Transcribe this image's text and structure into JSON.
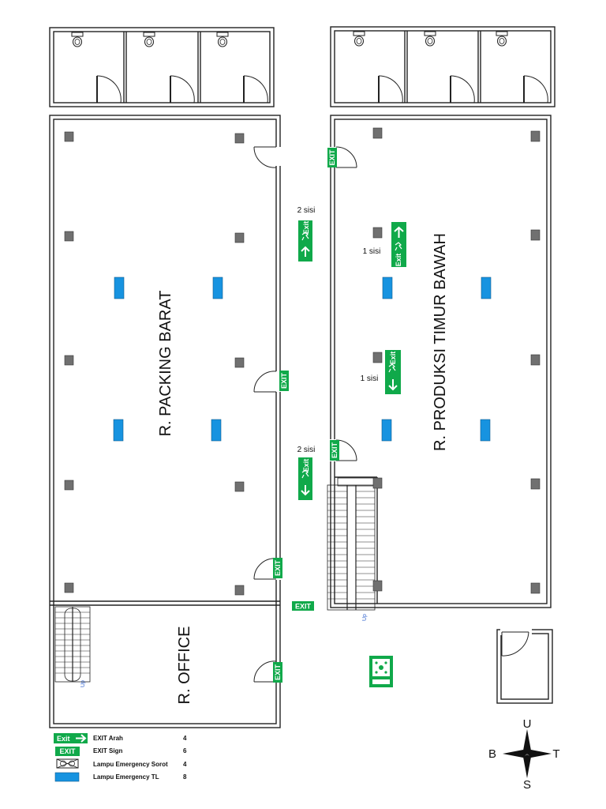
{
  "colors": {
    "exit_green": "#10a94a",
    "tl_lamp_blue": "#1793e0",
    "sorot_lamp_gray": "#707070",
    "wall": "#222222",
    "stair_up_text": "#3a6ad0"
  },
  "rooms": {
    "packing_barat": "R. PACKING BARAT",
    "produksi_timur_bawah": "R. PRODUKSI TIMUR BAWAH",
    "office": "R. OFFICE"
  },
  "sign_text": {
    "exit": "EXIT",
    "exit_small": "Exit",
    "stair_up": "Up"
  },
  "annotations": {
    "two_sided": "2 sisi",
    "one_sided": "1 sisi"
  },
  "legend": [
    {
      "symbol": "exit-arrow-sign",
      "label": "EXIT Arah",
      "count": "4"
    },
    {
      "symbol": "exit-sign",
      "label": "EXIT Sign",
      "count": "6"
    },
    {
      "symbol": "emergency-spot-lamp",
      "label": "Lampu Emergency Sorot",
      "count": "4"
    },
    {
      "symbol": "emergency-tl-lamp",
      "label": "Lampu Emergency TL",
      "count": "8"
    }
  ],
  "compass": {
    "north": "U",
    "south": "S",
    "west": "B",
    "east": "T"
  },
  "assembly_sign": {
    "icon": "assembly-point-icon"
  }
}
